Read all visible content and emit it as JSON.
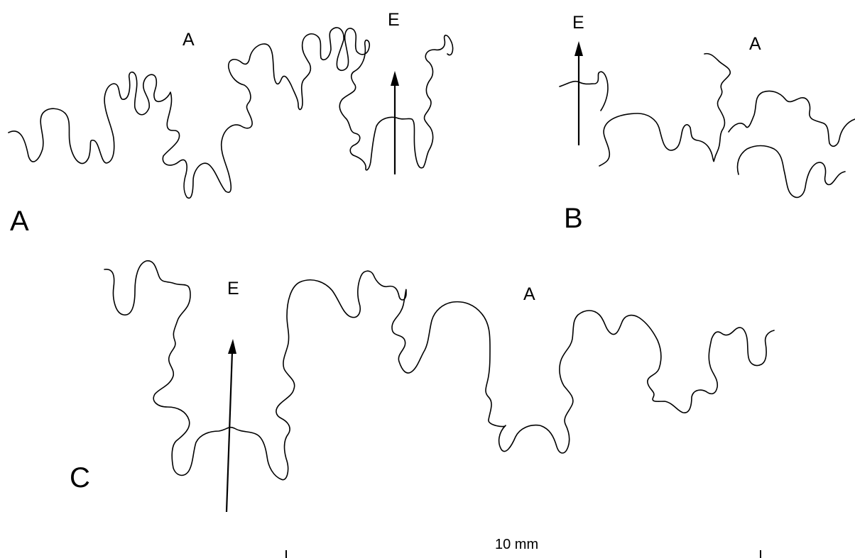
{
  "panels": {
    "a": {
      "letter": "A",
      "external_label": "E",
      "adapical_label": "A"
    },
    "b": {
      "letter": "B",
      "external_label": "E",
      "adapical_label": "A"
    },
    "c": {
      "letter": "C",
      "external_label": "E",
      "adapical_label": "A"
    }
  },
  "scale_bar": {
    "label": "10 mm"
  }
}
